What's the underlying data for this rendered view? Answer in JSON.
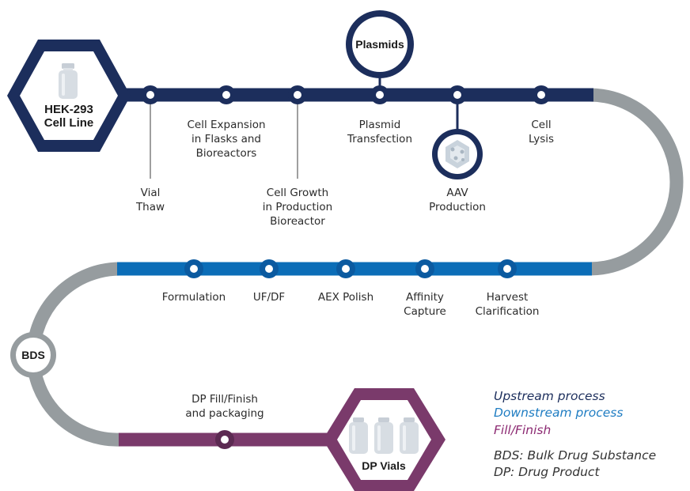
{
  "colors": {
    "upstream": "#1c2e5c",
    "downstream": "#0b6db7",
    "fill_finish": "#7a3a6b",
    "connector": "#969c9f",
    "legend_upstream": "#1c2e5c",
    "legend_downstream": "#1e7cc2",
    "legend_fill_finish": "#8c2a72",
    "legend_abbrev": "#333333"
  },
  "nodes": {
    "cell_line": {
      "title": "HEK-293\nCell Line",
      "icon": "vial-icon"
    },
    "plasmids": {
      "title": "Plasmids"
    },
    "aav": {
      "icon": "aav-capsid-icon"
    },
    "bds": {
      "title": "BDS"
    },
    "dp_vials": {
      "title": "DP Vials",
      "icon": "vials-icon"
    }
  },
  "upstream_steps": [
    {
      "label": "Vial\nThaw"
    },
    {
      "label": "Cell Expansion\nin Flasks and\nBioreactors"
    },
    {
      "label": "Cell Growth\nin Production\nBioreactor"
    },
    {
      "label": "Plasmid\nTransfection"
    },
    {
      "label": "AAV\nProduction"
    },
    {
      "label": "Cell\nLysis"
    }
  ],
  "downstream_steps": [
    {
      "label": "Formulation"
    },
    {
      "label": "UF/DF"
    },
    {
      "label": "AEX Polish"
    },
    {
      "label": "Affinity\nCapture"
    },
    {
      "label": "Harvest\nClarification"
    }
  ],
  "fill_finish_steps": [
    {
      "label": "DP Fill/Finish\nand packaging"
    }
  ],
  "legend": {
    "upstream": "Upstream process",
    "downstream": "Downstream process",
    "fill_finish": "Fill/Finish",
    "bds_def": "BDS: Bulk Drug Substance",
    "dp_def": "DP: Drug Product"
  }
}
